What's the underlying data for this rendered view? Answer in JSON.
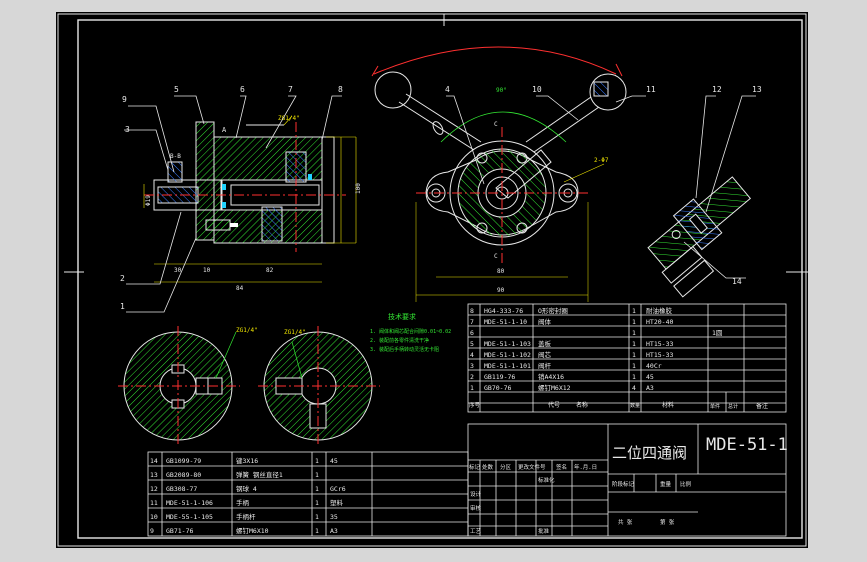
{
  "drawing_code": "MDE-51-1",
  "drawing_title": "二位四通阀",
  "balloons": [
    "1",
    "2",
    "3",
    "4",
    "5",
    "6",
    "7",
    "8",
    "9",
    "10",
    "11",
    "12",
    "13",
    "14"
  ],
  "dimensions": {
    "d_left_30": "30",
    "d_left_10": "10",
    "d_left_82": "82",
    "d_left_84": "84",
    "d_height_100": "100",
    "d_phi": "Φ19",
    "d_front_80": "80",
    "d_front_90": "90",
    "d_front_90deg": "90°",
    "d_front_2x": "2-Φ7",
    "section_mark_top": "C",
    "section_mark_bottom": "C",
    "section_bb": "B-B",
    "section_a": "A",
    "thread_top": "ZG1/4\"",
    "thread_sec1": "ZG1/4\"",
    "thread_sec2": "ZG1/4\""
  },
  "tech_requirements": {
    "title": "技术要求",
    "items": [
      "1. 阀体和阀芯配合间隙0.01~0.02",
      "2. 装配前各零件清洗干净",
      "3. 装配后手柄转动灵活无卡阻"
    ]
  },
  "parts_right": [
    {
      "no": "8",
      "code": "HG4-333-76",
      "name": "O形密封圈",
      "qty": "1",
      "material": "耐油橡胶",
      "note": ""
    },
    {
      "no": "7",
      "code": "MDE-51-1-10",
      "name": "阀体",
      "qty": "1",
      "material": "HT20-40",
      "note": ""
    },
    {
      "no": "6",
      "code": "",
      "name": "",
      "qty": "1",
      "material": "",
      "note": "1圆"
    },
    {
      "no": "5",
      "code": "MDE-51-1-103",
      "name": "盖板",
      "qty": "1",
      "material": "HT15-33",
      "note": ""
    },
    {
      "no": "4",
      "code": "MDE-51-1-102",
      "name": "阀芯",
      "qty": "1",
      "material": "HT15-33",
      "note": ""
    },
    {
      "no": "3",
      "code": "MDE-51-1-101",
      "name": "阀杆",
      "qty": "1",
      "material": "40Cr",
      "note": ""
    },
    {
      "no": "2",
      "code": "GB119-76",
      "name": "销A4X16",
      "qty": "1",
      "material": "45",
      "note": ""
    },
    {
      "no": "1",
      "code": "GB70-76",
      "name": "螺钉M6X12",
      "qty": "4",
      "material": "A3",
      "note": ""
    }
  ],
  "parts_right_header": {
    "no": "序号",
    "code": "代号",
    "name": "名称",
    "qty": "数量",
    "material": "材料",
    "mass1": "单件",
    "mass2": "总计",
    "note": "备注"
  },
  "parts_left": [
    {
      "no": "14",
      "code": "GB1099-79",
      "name": "键3X16",
      "qty": "1",
      "material": "45"
    },
    {
      "no": "13",
      "code": "GB2089-80",
      "name": "弹簧 钢丝直径1",
      "qty": "1",
      "material": ""
    },
    {
      "no": "12",
      "code": "GB308-77",
      "name": "钢球 4",
      "qty": "1",
      "material": "GCr6"
    },
    {
      "no": "11",
      "code": "MDE-51-1-106",
      "name": "手柄",
      "qty": "1",
      "material": "塑料"
    },
    {
      "no": "10",
      "code": "MDE-55-1-105",
      "name": "手柄杆",
      "qty": "1",
      "material": "35"
    },
    {
      "no": "9",
      "code": "GB71-76",
      "name": "螺钉M6X10",
      "qty": "1",
      "material": "A3"
    }
  ],
  "title_block": {
    "rev_labels": [
      "标记",
      "处数",
      "分区",
      "更改文件号",
      "签名",
      "年.月.日"
    ],
    "left_labels": [
      "设计",
      "审核",
      "工艺"
    ],
    "left_labels2": [
      "标准化",
      "批准"
    ],
    "stage_labels": [
      "阶段标记",
      "重量",
      "比例"
    ],
    "bottom_labels": [
      "共 张",
      "第 张"
    ]
  },
  "colors": {
    "line": "#e8e8e8",
    "dim": "#f0e600",
    "hatch": "#33e633",
    "center": "#ff3030",
    "hatch_alt": "#2b6cff"
  }
}
